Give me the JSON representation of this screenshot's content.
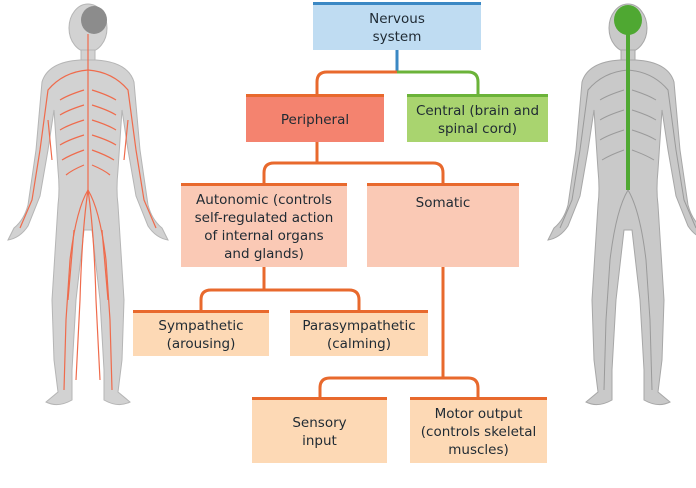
{
  "nodes": {
    "nervous_system": "Nervous\nsystem",
    "peripheral": "Peripheral",
    "central": "Central (brain and\nspinal cord)",
    "autonomic": "Autonomic (controls\nself-regulated action\nof internal organs\nand glands)",
    "somatic": "Somatic",
    "sympathetic": "Sympathetic\n(arousing)",
    "parasympathetic": "Parasympathetic\n(calming)",
    "sensory": "Sensory\ninput",
    "motor": "Motor output\n(controls skeletal\nmuscles)"
  },
  "colors": {
    "blue_box": "#bfdcf2",
    "blue_line": "#3b88c4",
    "peripheral": "#f4836f",
    "central": "#a9d46f",
    "green_line": "#6bb339",
    "orange_line": "#e8692d",
    "light_orange": "#fac9b5",
    "pale_orange": "#fdd9b5",
    "nerve_red": "#ef6b4c",
    "nerve_green": "#4fa832",
    "body_gray": "#c9c9c9"
  },
  "figures": {
    "left": "peripheral-nerves-body-icon",
    "right": "central-nervous-body-icon"
  }
}
